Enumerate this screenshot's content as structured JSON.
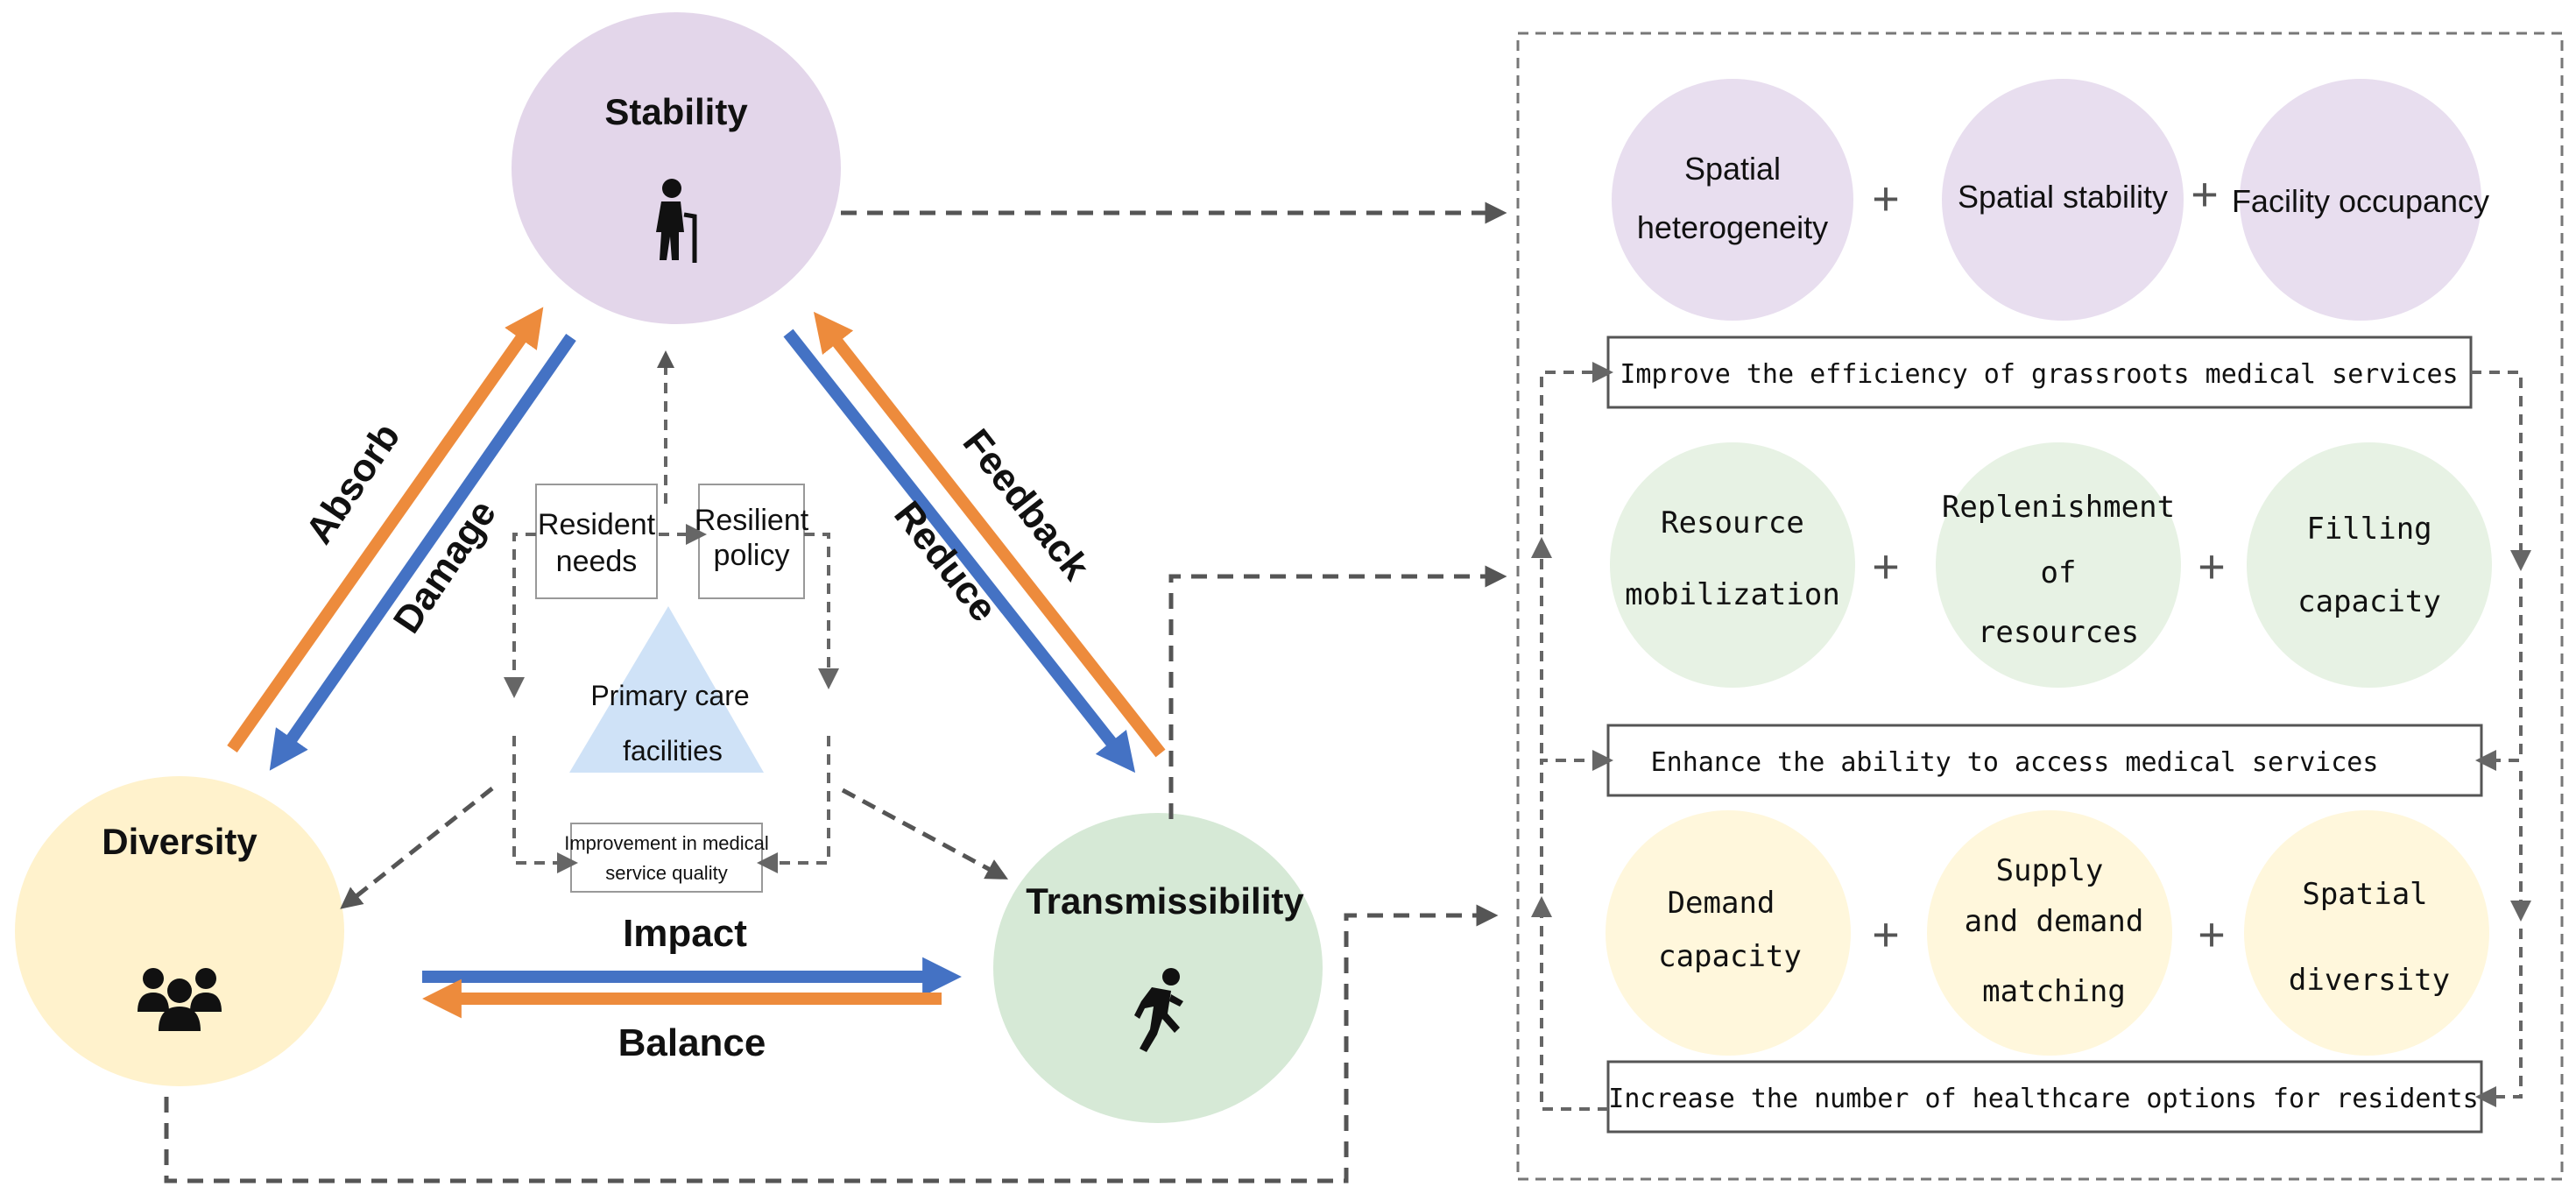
{
  "colors": {
    "purple": "#e3d6ea",
    "yellow": "#fff2cc",
    "green": "#d6e9d6",
    "blue_arrow": "#4472c4",
    "orange_arrow": "#ed8b3c",
    "dash": "#555555",
    "triangle": "#cfe2f7",
    "green_light": "#e7f2e4",
    "yellow_light": "#fff7dc",
    "purple_light": "#ece3f1"
  },
  "nodes": {
    "stability": {
      "label": "Stability",
      "icon": "elderly-person-icon"
    },
    "diversity": {
      "label": "Diversity",
      "icon": "group-people-icon"
    },
    "transmissibility": {
      "label": "Transmissibility",
      "icon": "running-person-icon"
    }
  },
  "arrow_labels": {
    "absorb": "Absorb",
    "damage": "Damage",
    "feedback": "Feedback",
    "reduce": "Reduce",
    "impact": "Impact",
    "balance": "Balance"
  },
  "center": {
    "resident_needs": [
      "Resident",
      "needs"
    ],
    "resilient_policy": [
      "Resilient",
      "policy"
    ],
    "primary_care": [
      "Primary care",
      "facilities"
    ],
    "improvement": [
      "Improvement in medical",
      "service quality"
    ]
  },
  "right_panel": {
    "row1": [
      {
        "lines": [
          "Spatial",
          "heterogeneity"
        ]
      },
      {
        "lines": [
          "Spatial stability"
        ]
      },
      {
        "lines": [
          "Facility occupancy"
        ]
      }
    ],
    "banner1": "Improve the efficiency of grassroots medical services",
    "row2": [
      {
        "lines": [
          "Resource",
          "mobilization"
        ]
      },
      {
        "lines": [
          "Replenishment",
          "of",
          "resources"
        ]
      },
      {
        "lines": [
          "Filling",
          "capacity"
        ]
      }
    ],
    "banner2": "Enhance the ability to access medical services",
    "row3": [
      {
        "lines": [
          "Demand",
          "capacity"
        ]
      },
      {
        "lines": [
          "Supply",
          "and demand",
          "matching"
        ]
      },
      {
        "lines": [
          "Spatial",
          "diversity"
        ]
      }
    ],
    "banner3": "Increase the number of healthcare options for residents",
    "plus": "+"
  }
}
